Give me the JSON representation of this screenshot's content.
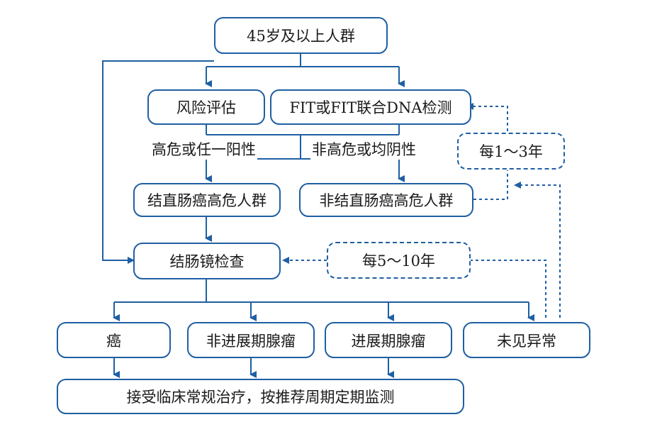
{
  "colors": {
    "line": "#1f5fa3",
    "text": "#1a1a1a"
  },
  "nodes": {
    "start": "45岁及以上人群",
    "risk_assessment": "风险评估",
    "fit_test": "FIT或FIT联合DNA检测",
    "high_risk": "结直肠癌高危人群",
    "non_high_risk": "非结直肠癌高危人群",
    "colonoscopy": "结肠镜检查",
    "cancer": "癌",
    "non_advanced_adenoma": "非进展期腺瘤",
    "advanced_adenoma": "进展期腺瘤",
    "no_abnormality": "未见异常",
    "treatment": "接受临床常规治疗，按推荐周期定期监测"
  },
  "edge_labels": {
    "high_or_positive": "高危或任一阳性",
    "non_high_or_negative": "非高危或均阴性",
    "every_1_3_years": "每1～3年",
    "every_5_10_years": "每5～10年"
  }
}
